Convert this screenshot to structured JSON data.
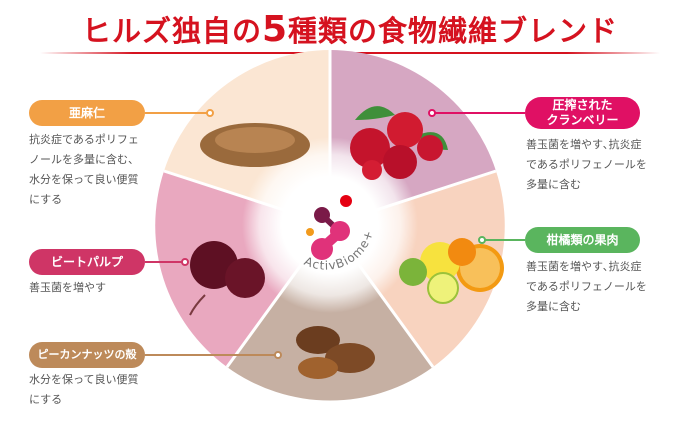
{
  "title": {
    "before": "ヒルズ独自の",
    "number": "5",
    "after": "種類の食物繊維ブレンド"
  },
  "logo": {
    "text": "ActivBiome+"
  },
  "colors": {
    "title": "#d5121f",
    "flax": "#f2a045",
    "beet": "#cf3566",
    "pecan": "#bd8a5a",
    "cranberry": "#e01064",
    "citrus": "#5ab55e"
  },
  "ingredients": [
    {
      "name": "亜麻仁",
      "desc": "抗炎症であるポリフェ\nノールを多量に含む、\n水分を保って良い便質\nにする"
    },
    {
      "name": "ビートパルプ",
      "desc": "善玉菌を増やす"
    },
    {
      "name": "ピーカンナッツの殻",
      "desc": "水分を保って良い便質\nにする"
    },
    {
      "name": "圧搾された\nクランベリー",
      "desc": "善玉菌を増やす､抗炎症\nであるポリフェノールを\n多量に含む"
    },
    {
      "name": "柑橘類の果肉",
      "desc": "善玉菌を増やす､抗炎症\nであるポリフェノールを\n多量に含む"
    }
  ]
}
